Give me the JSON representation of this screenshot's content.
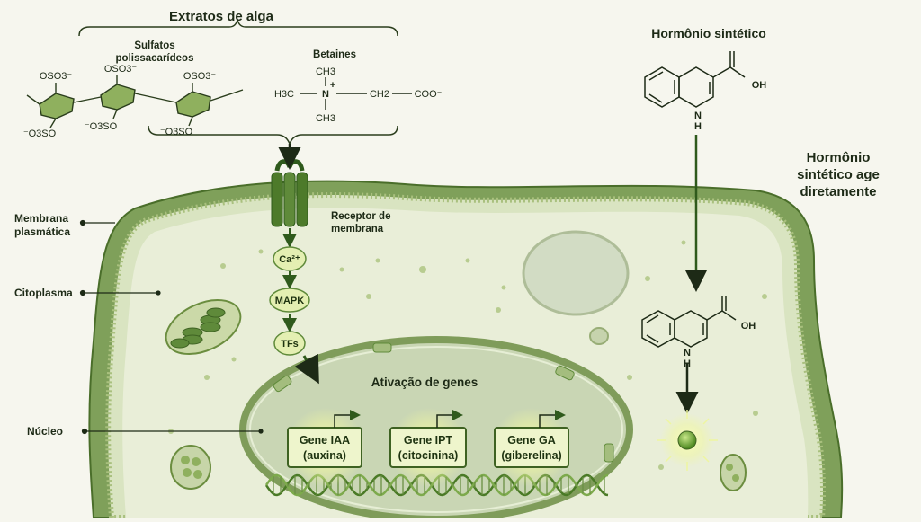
{
  "extracts": {
    "title": "Extratos de alga",
    "sulfates_label_line1": "Sulfatos",
    "sulfates_label_line2": "polissacarídeos",
    "betaines_label": "Betaines",
    "sulfate_groups": [
      "OSO3⁻",
      "OSO3⁻",
      "OSO3⁻",
      "⁻O3SO",
      "⁻O3SO",
      "⁻O3SO"
    ]
  },
  "betaine_formula": {
    "top": "CH3",
    "left": "H3C",
    "center": "N",
    "charge": "+",
    "bottom": "CH3",
    "chain": "CH2",
    "tail": "COO⁻"
  },
  "hormone": {
    "title": "Hormônio sintético",
    "oh": "OH",
    "nh": "N\nH",
    "side_line1": "Hormônio",
    "side_line2": "sintético age",
    "side_line3": "diretamente"
  },
  "cell_labels": {
    "membrane_line1": "Membrana",
    "membrane_line2": "plasmática",
    "cytoplasm": "Citoplasma",
    "nucleus": "Núcleo",
    "receptor_line1": "Receptor de",
    "receptor_line2": "membrana"
  },
  "signaling": {
    "ca": "Ca²⁺",
    "mapk": "MAPK",
    "tfs": "TFs"
  },
  "genes": {
    "title": "Ativação de genes",
    "items": [
      {
        "line1": "Gene IAA",
        "line2": "(auxina)"
      },
      {
        "line1": "Gene IPT",
        "line2": "(citocinina)"
      },
      {
        "line1": "Gene GA",
        "line2": "(giberelina)"
      }
    ]
  },
  "colors": {
    "background": "#f6f6ee",
    "membrane": "#5f8a3a",
    "cytoplasm": "#e9eed8",
    "nucleus": "#c9d6b4",
    "dark_green": "#2f5a1c",
    "text": "#1d2a16"
  }
}
